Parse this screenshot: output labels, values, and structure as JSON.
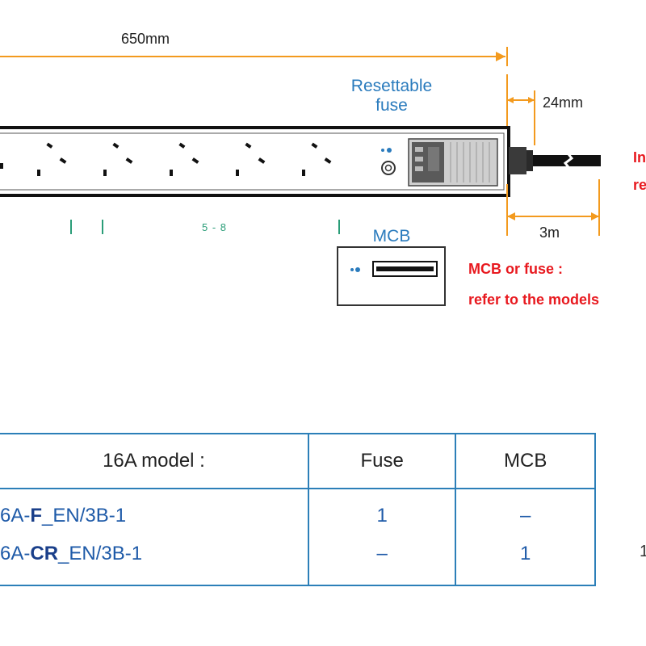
{
  "dimensions": {
    "length": "650mm",
    "plug_offset": "24mm",
    "cable_length": "3m"
  },
  "labels": {
    "resettable_fuse_line1": "Resettable",
    "resettable_fuse_line2": "fuse",
    "mcb": "MCB",
    "socket_group": "5 - 8"
  },
  "notes": {
    "right_line1": "In",
    "right_line2": "re",
    "mcb_or_fuse_line1": "MCB or fuse :",
    "mcb_or_fuse_line2": "refer to the models"
  },
  "table": {
    "headers": [
      "16A model :",
      "Fuse",
      "MCB"
    ],
    "rows": [
      {
        "prefix": "6A-",
        "bold": "F",
        "suffix": "_EN/3B-1",
        "fuse": "1",
        "mcb": "–"
      },
      {
        "prefix": "6A-",
        "bold": "CR",
        "suffix": "_EN/3B-1",
        "fuse": "–",
        "mcb": "1"
      }
    ],
    "side_fragment": "1"
  },
  "colors": {
    "dimension_line": "#f39a1e",
    "label_blue": "#2a7bbd",
    "note_red": "#e8191f",
    "table_border": "#2c7fb8"
  }
}
